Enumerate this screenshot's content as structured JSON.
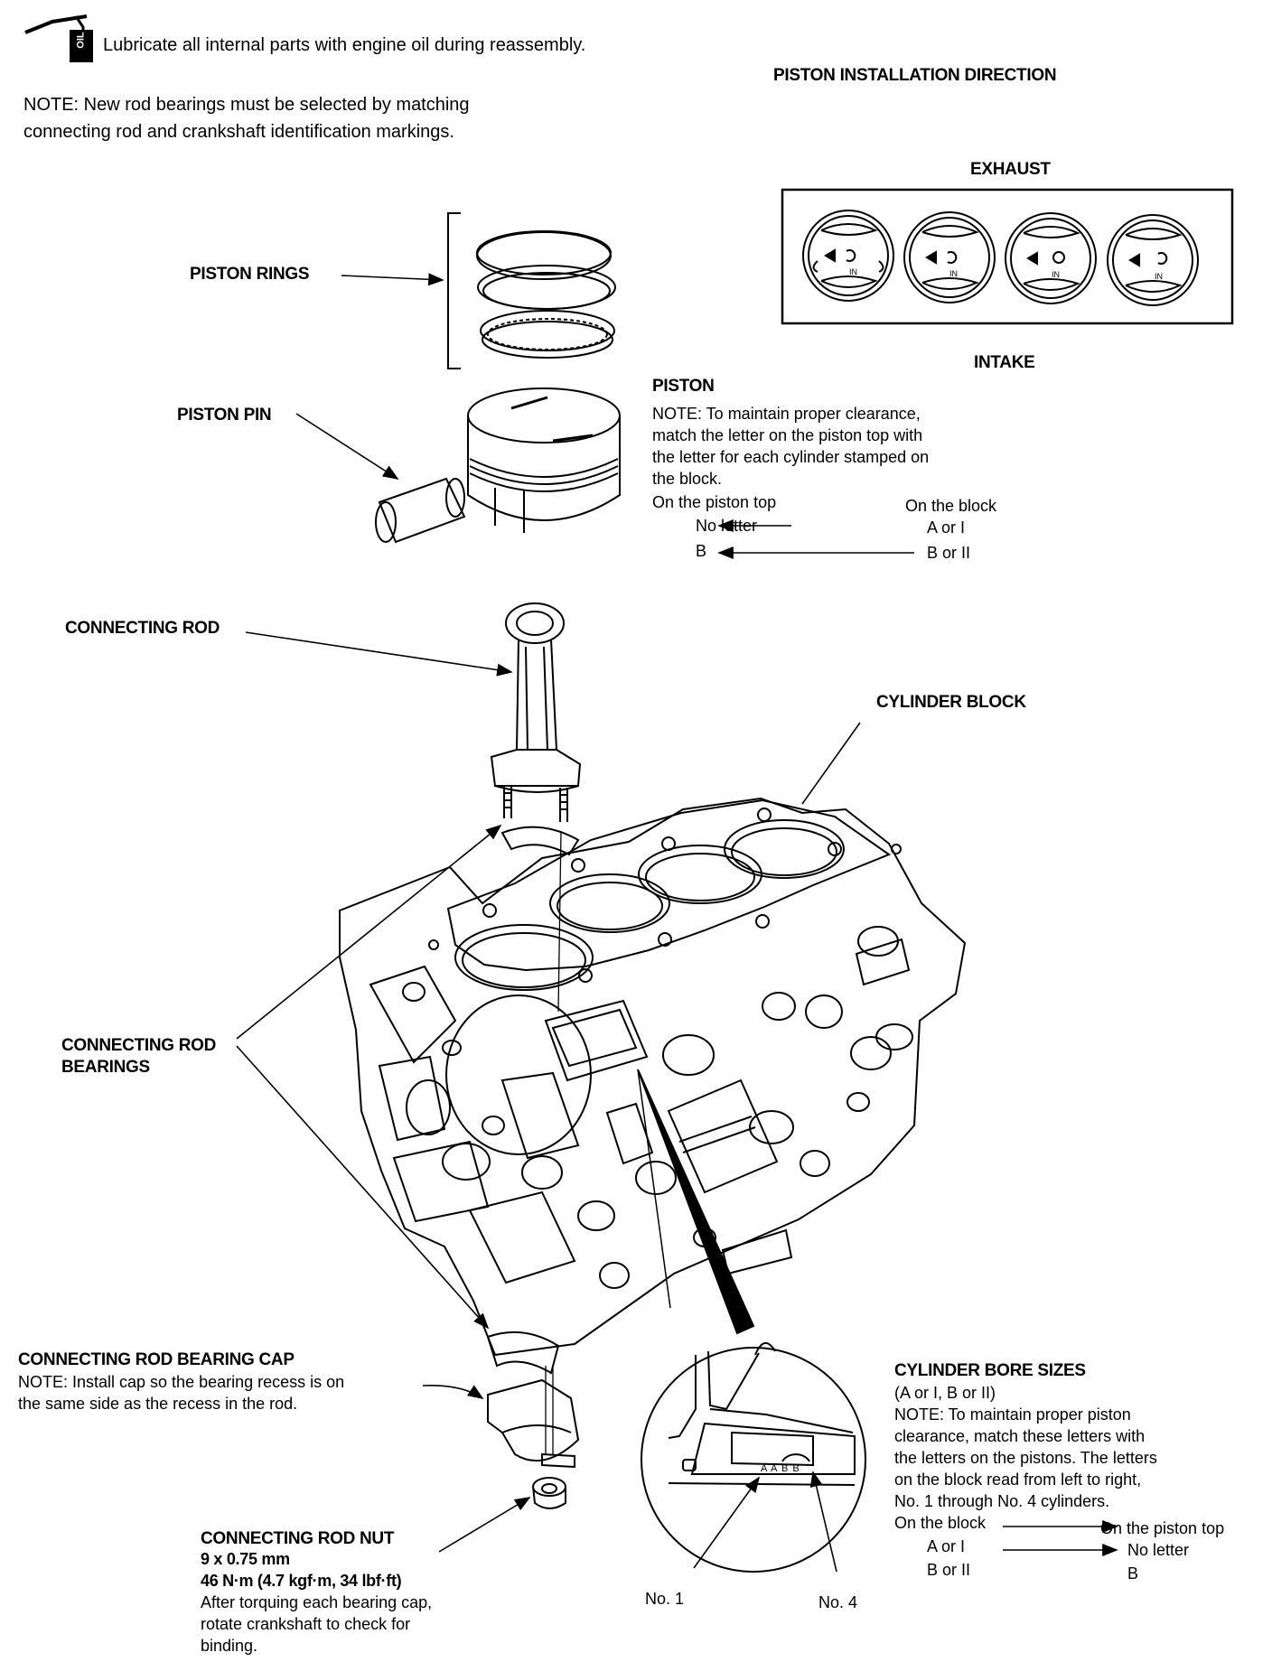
{
  "header": {
    "oil_can_text": "OIL",
    "lubricate": "Lubricate all internal parts with engine oil during reassembly.",
    "note_line1": "NOTE:  New rod bearings must be selected by matching",
    "note_line2": "connecting rod and crankshaft identification markings."
  },
  "installation": {
    "title": "PISTON INSTALLATION DIRECTION",
    "exhaust": "EXHAUST",
    "intake": "INTAKE",
    "in_label": "IN"
  },
  "labels": {
    "piston_rings": "PISTON RINGS",
    "piston_pin": "PISTON PIN",
    "connecting_rod": "CONNECTING ROD",
    "cylinder_block": "CYLINDER BLOCK",
    "rod_bearings_1": "CONNECTING ROD",
    "rod_bearings_2": "BEARINGS"
  },
  "piston": {
    "title": "PISTON",
    "note": [
      "NOTE:  To maintain proper clearance,",
      "match the letter on the piston top with",
      "the letter for each cylinder stamped on",
      "the block."
    ],
    "col_top": "On the piston top",
    "col_block": "On the block",
    "row1_top": "No letter",
    "row1_block": "A or I",
    "row2_top": "B",
    "row2_block": "B or II"
  },
  "bearing_cap": {
    "title": "CONNECTING ROD BEARING CAP",
    "note1": "NOTE:  Install cap so the bearing recess is on",
    "note2": "the same side as the recess in the rod."
  },
  "rod_nut": {
    "title": "CONNECTING ROD NUT",
    "size": "9 x 0.75 mm",
    "torque": "46 N·m (4.7 kgf·m, 34 lbf·ft)",
    "text": [
      "After torquing each bearing cap,",
      "rotate crankshaft to check for",
      "binding."
    ]
  },
  "detail": {
    "stamp": "A A B B",
    "no1": "No. 1",
    "no4": "No. 4"
  },
  "bore": {
    "title": "CYLINDER BORE SIZES",
    "sub": "(A or I, B or II)",
    "note": [
      "NOTE:  To maintain proper piston",
      "clearance, match these letters with",
      "the letters on the pistons. The letters",
      "on the block read from left to right,",
      "No. 1 through No. 4 cylinders."
    ],
    "col_block": "On the block",
    "col_top": "On the piston top",
    "row1_block": "A or I",
    "row1_top": "No letter",
    "row2_block": "B or II",
    "row2_top": "B"
  }
}
